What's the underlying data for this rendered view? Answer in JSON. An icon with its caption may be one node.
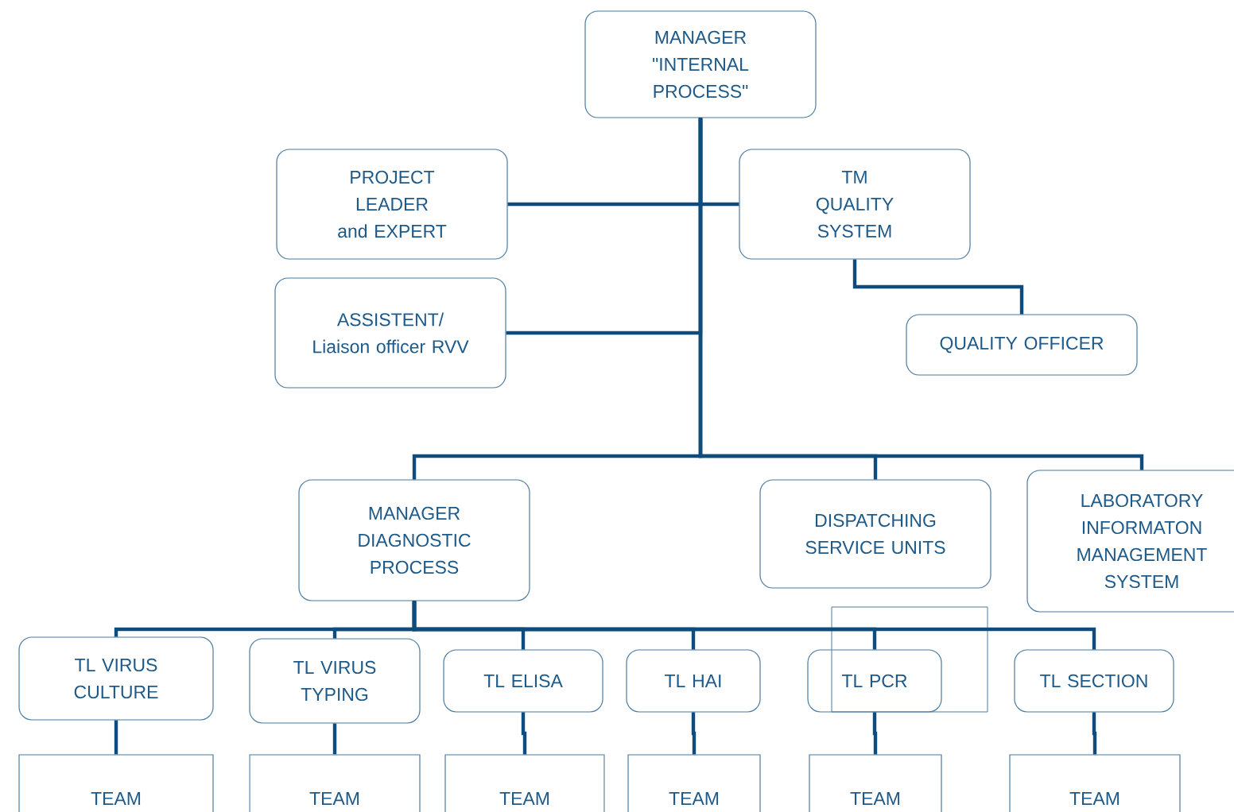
{
  "diagram": {
    "nodes": [
      {
        "text": [
          "MANAGER \"INTERNAL PROCESS\""
        ]
      },
      {
        "text": [
          "PROJECT LEADER and EXPERT"
        ]
      },
      {
        "text": [
          "TM QUALITY SYSTEM"
        ]
      },
      {
        "text": [
          "ASSISTENT/ Liaison officer RVV"
        ]
      },
      {
        "text": [
          "QUALITY OFFICER"
        ]
      },
      {
        "text": [
          "MANAGER DIAGNOSTIC PROCESS"
        ]
      },
      {
        "text": [
          "DISPATCHING SERVICE UNITS"
        ]
      },
      {
        "text": [
          "LABORATORY INFORMATON MANAGEMENT SYSTEM"
        ]
      },
      {
        "text": [
          "TL VIRUS CULTURE"
        ]
      },
      {
        "text": [
          "TL VIRUS TYPING"
        ]
      },
      {
        "text": [
          "TL ELISA"
        ]
      },
      {
        "text": [
          "TL HAI"
        ]
      },
      {
        "text": [
          "TL PCR"
        ]
      },
      {
        "text": [
          "TL SECTION"
        ]
      },
      {
        "text": [
          "TEAM"
        ]
      },
      {
        "text": [
          "TEAM"
        ]
      },
      {
        "text": [
          "TEAM"
        ]
      },
      {
        "text": [
          "TEAM"
        ]
      },
      {
        "text": [
          "TEAM"
        ]
      },
      {
        "text": [
          "TEAM"
        ]
      }
    ],
    "edges": [
      {
        "from": 0,
        "to": 1,
        "arrow": "none"
      },
      {
        "from": 0,
        "to": 2,
        "arrow": "none"
      },
      {
        "from": 0,
        "to": 3,
        "arrow": "none"
      },
      {
        "from": 2,
        "to": 4,
        "arrow": "none"
      },
      {
        "from": 0,
        "to": 5,
        "arrow": "none"
      },
      {
        "from": 0,
        "to": 6,
        "arrow": "none"
      },
      {
        "from": 0,
        "to": 7,
        "arrow": "none"
      },
      {
        "from": 5,
        "to": 8,
        "arrow": "none"
      },
      {
        "from": 5,
        "to": 9,
        "arrow": "none"
      },
      {
        "from": 5,
        "to": 10,
        "arrow": "none"
      },
      {
        "from": 5,
        "to": 11,
        "arrow": "none"
      },
      {
        "from": 5,
        "to": 12,
        "arrow": "none"
      },
      {
        "from": 5,
        "to": 13,
        "arrow": "none"
      },
      {
        "from": 8,
        "to": 14,
        "arrow": "none"
      },
      {
        "from": 9,
        "to": 15,
        "arrow": "none"
      },
      {
        "from": 10,
        "to": 16,
        "arrow": "none"
      },
      {
        "from": 11,
        "to": 17,
        "arrow": "none"
      },
      {
        "from": 12,
        "to": 18,
        "arrow": "none"
      },
      {
        "from": 13,
        "to": 19,
        "arrow": "none"
      }
    ]
  }
}
